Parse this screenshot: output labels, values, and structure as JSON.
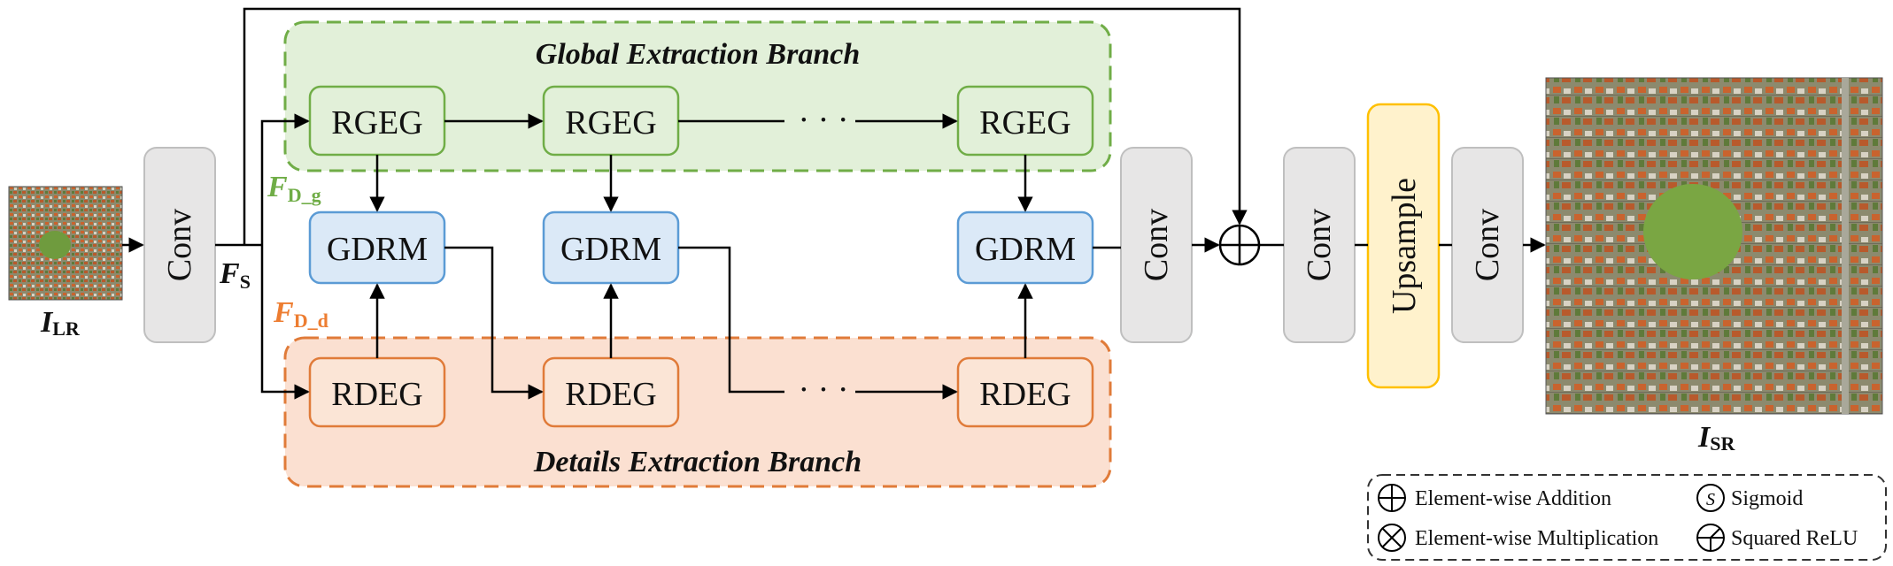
{
  "colors": {
    "global_fill": "#e2f0d9",
    "global_stroke": "#70ad47",
    "details_fill": "#fbe0d1",
    "details_stroke": "#e07b39",
    "gdrm_fill": "#dbe9f7",
    "gdrm_stroke": "#5b9bd5",
    "rdeg_fill": "#fbe5d6",
    "conv_fill": "#e7e6e6",
    "conv_stroke": "#bfbfbf",
    "upsample_fill": "#fff2cc",
    "upsample_stroke": "#ffc000",
    "fdg_color": "#70ad47",
    "fdd_color": "#ed7d31"
  },
  "branches": {
    "global_title": "Global Extraction Branch",
    "details_title": "Details Extraction Branch"
  },
  "blocks": {
    "conv": "Conv",
    "upsample": "Upsample",
    "rgeg": "RGEG",
    "gdrm": "GDRM",
    "rdeg": "RDEG",
    "ellipsis": "· · ·"
  },
  "variables": {
    "i_lr": {
      "main": "I",
      "sub": "LR"
    },
    "f_s": {
      "main": "F",
      "sub": "S"
    },
    "f_d_g": {
      "main": "F",
      "sub": "D_g"
    },
    "f_d_d": {
      "main": "F",
      "sub": "D_d"
    },
    "i_sr": {
      "main": "I",
      "sub": "SR"
    }
  },
  "legend": {
    "element_wise_addition": "Element-wise Addition",
    "element_wise_multiplication": "Element-wise Multiplication",
    "sigmoid": "Sigmoid",
    "sigmoid_symbol": "S",
    "squared_relu": "Squared ReLU"
  }
}
